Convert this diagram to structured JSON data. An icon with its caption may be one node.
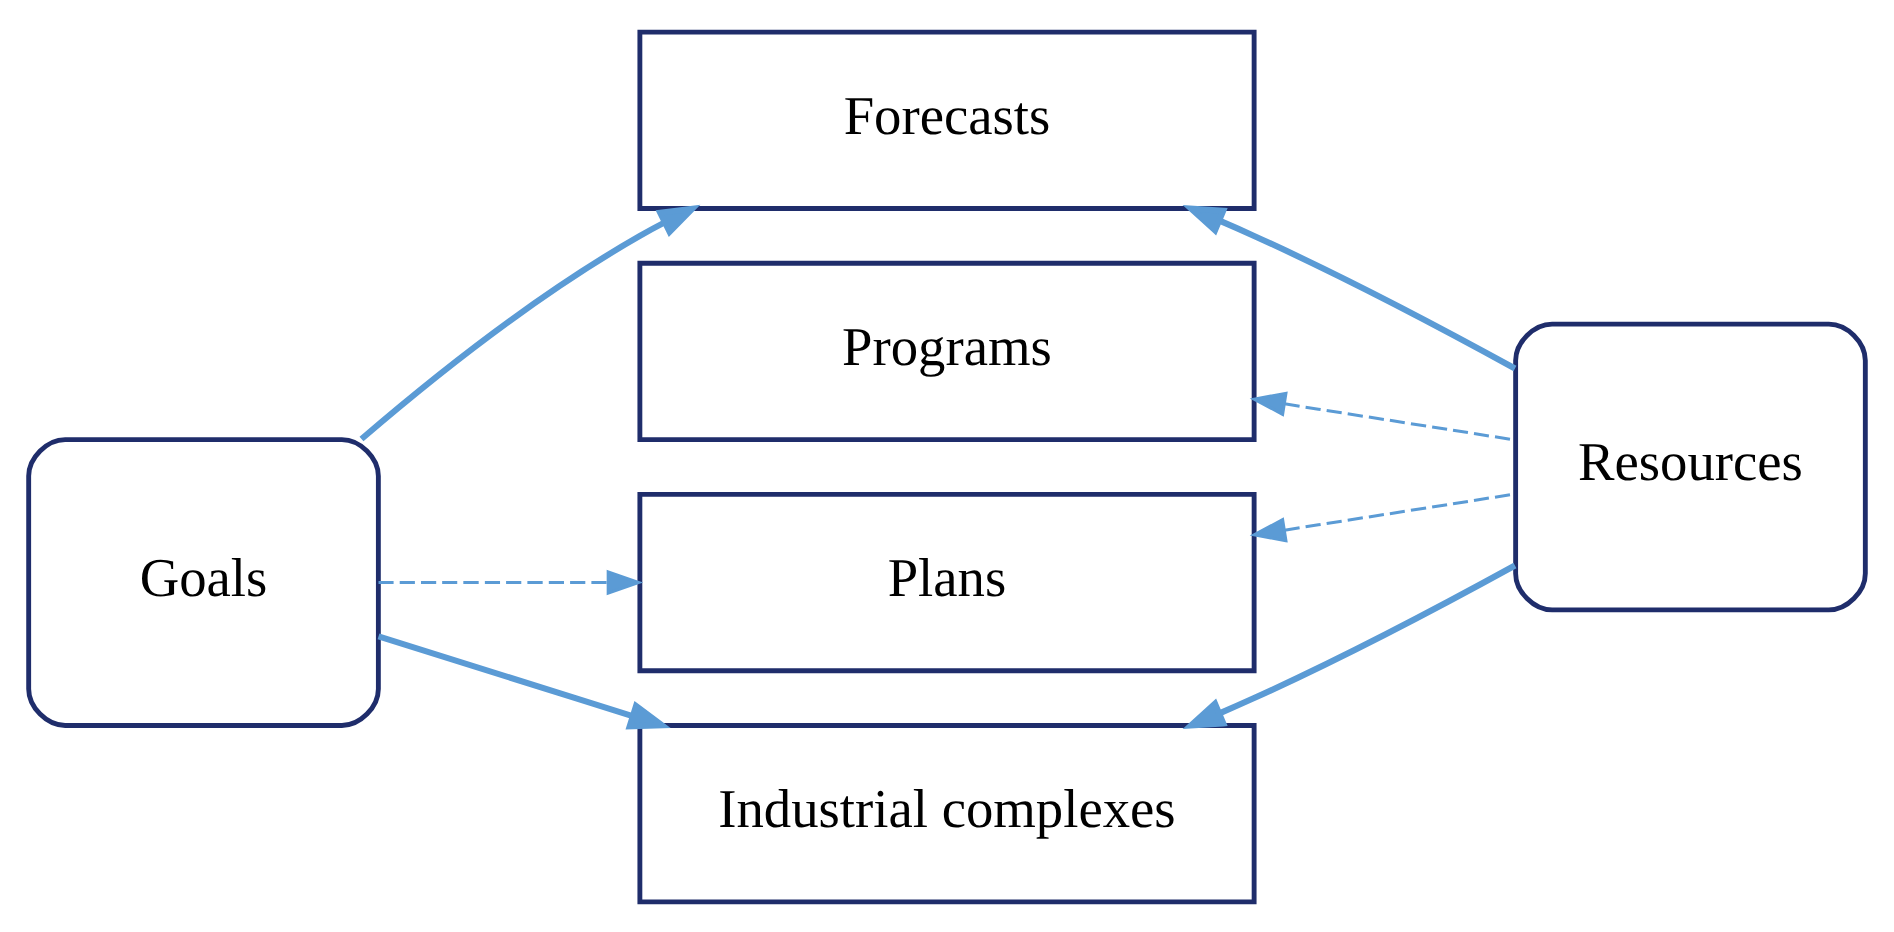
{
  "diagram": {
    "nodes": [
      {
        "text": [
          "Goals"
        ]
      },
      {
        "text": [
          "Forecasts"
        ]
      },
      {
        "text": [
          "Programs"
        ]
      },
      {
        "text": [
          "Plans"
        ]
      },
      {
        "text": [
          "Industrial complexes"
        ]
      },
      {
        "text": [
          "Resources"
        ]
      }
    ],
    "edges": [
      {
        "from": 0,
        "to": 1,
        "arrow": "to"
      },
      {
        "from": 0,
        "to": 3,
        "arrow": "to",
        "style": "dashed"
      },
      {
        "from": 0,
        "to": 4,
        "arrow": "to"
      },
      {
        "from": 5,
        "to": 1,
        "arrow": "to"
      },
      {
        "from": 5,
        "to": 2,
        "arrow": "to",
        "style": "dashed"
      },
      {
        "from": 5,
        "to": 3,
        "arrow": "to",
        "style": "dashed"
      },
      {
        "from": 5,
        "to": 4,
        "arrow": "to"
      }
    ]
  }
}
